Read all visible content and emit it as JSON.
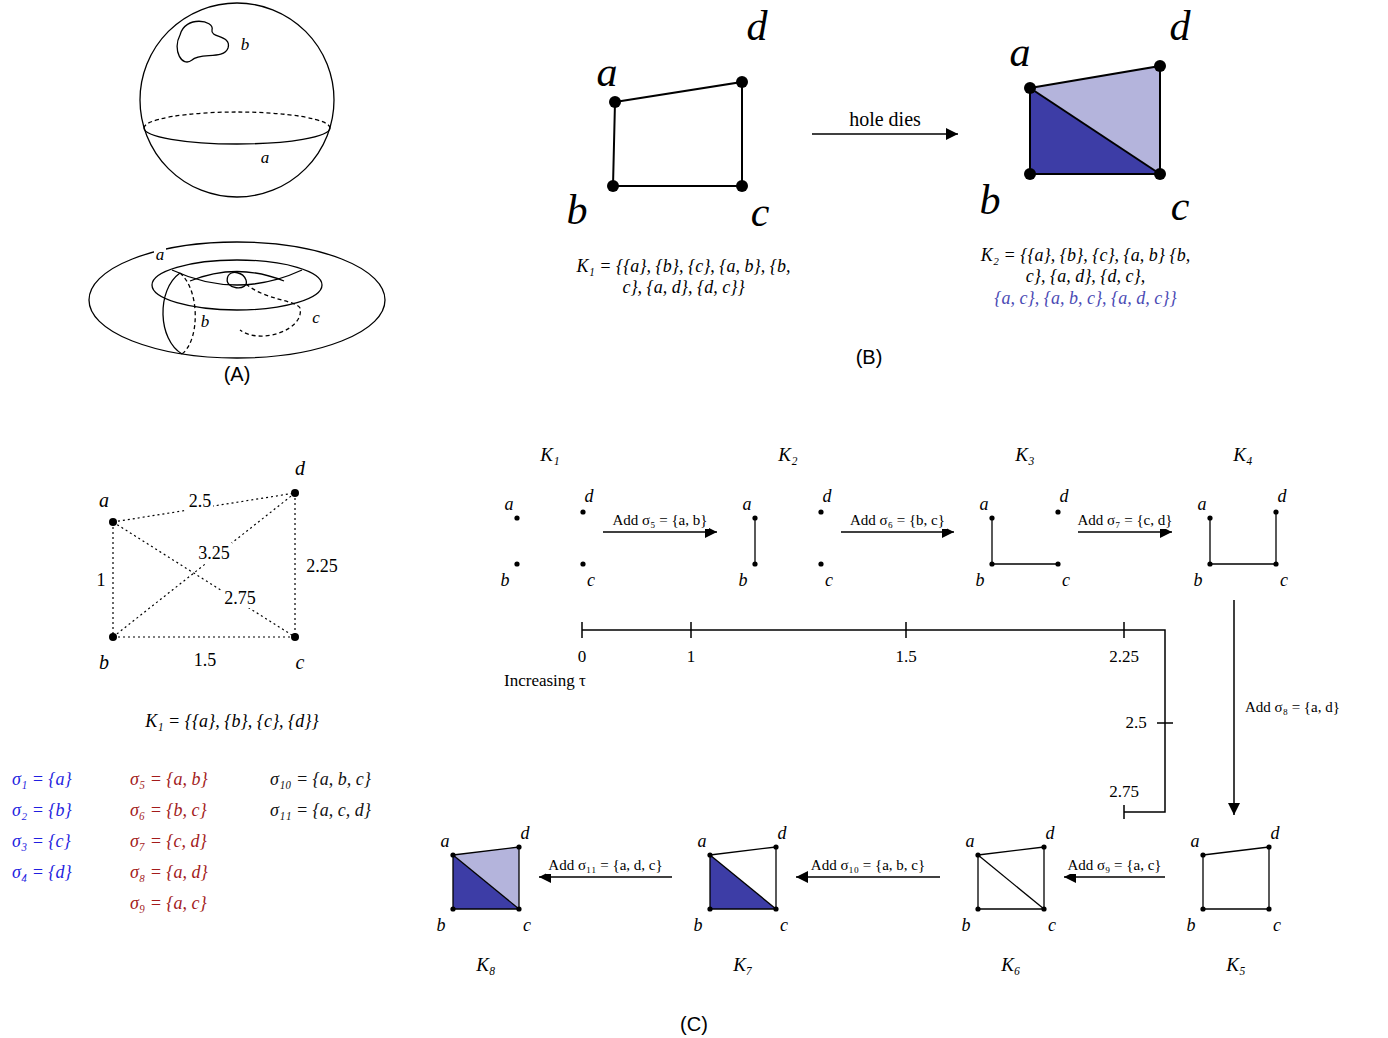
{
  "diagram": {
    "nodes": [
      {
        "text": [
          "a",
          "d",
          "b",
          "c",
          "K₁ = {{a}, {b}, {c}, {a, b}, {b, c}, {a, d}, {d, c}}"
        ]
      },
      {
        "text": [
          "a",
          "d",
          "b",
          "c",
          "K₂ = {{a}, {b}, {c}, {a, b} {b, c}, {a, d}, {d, c},",
          "{a, c}, {a, b, c}, {a, d, c}}"
        ]
      },
      {
        "text": [
          "K₁",
          "a",
          "d",
          "b",
          "c"
        ]
      },
      {
        "text": [
          "K₂",
          "a",
          "d",
          "b",
          "c"
        ]
      },
      {
        "text": [
          "K₃",
          "a",
          "d",
          "b",
          "c"
        ]
      },
      {
        "text": [
          "K₄",
          "a",
          "d",
          "b",
          "c"
        ]
      },
      {
        "text": [
          "K₅",
          "a",
          "d",
          "b",
          "c"
        ]
      },
      {
        "text": [
          "K₆",
          "a",
          "d",
          "b",
          "c"
        ]
      },
      {
        "text": [
          "K₇",
          "a",
          "d",
          "b",
          "c"
        ]
      },
      {
        "text": [
          "K₈",
          "a",
          "d",
          "b",
          "c"
        ]
      }
    ],
    "edges": [
      {
        "from": 0,
        "to": 1,
        "arrow": "to",
        "label": "hole dies"
      },
      {
        "from": 2,
        "to": 3,
        "arrow": "to",
        "label": "Add σ₅ = {a, b}"
      },
      {
        "from": 3,
        "to": 4,
        "arrow": "to",
        "label": "Add σ₆ = {b, c}"
      },
      {
        "from": 4,
        "to": 5,
        "arrow": "to",
        "label": "Add σ₇ = {c, d}"
      },
      {
        "from": 5,
        "to": 6,
        "arrow": "to",
        "label": "Add σ₈ = {a, d}"
      },
      {
        "from": 6,
        "to": 7,
        "arrow": "to",
        "label": "Add σ₉ = {a, c}"
      },
      {
        "from": 7,
        "to": 8,
        "arrow": "to",
        "label": "Add σ₁₀ = {a, b, c}"
      },
      {
        "from": 8,
        "to": 9,
        "arrow": "to",
        "label": "Add σ₁₁ = {a, d, c}"
      }
    ],
    "labels": [
      "b",
      "a",
      "a",
      "b",
      "c",
      "(A)",
      "(B)",
      "a",
      "d",
      "b",
      "c",
      "2.5",
      "3.25",
      "1",
      "2.75",
      "2.25",
      "1.5",
      "K₁ = {{a}, {b}, {c}, {d}}",
      "σ₁ = {a}",
      "σ₂ = {b}",
      "σ₃ = {c}",
      "σ₄ = {d}",
      "σ₅ = {a, b}",
      "σ₆ = {b, c}",
      "σ₇ = {c, d}",
      "σ₈ = {a, d}",
      "σ₉ = {a, c}",
      "σ₁₀ = {a, b, c}",
      "σ₁₁ = {a, c, d}",
      "0",
      "1",
      "1.5",
      "2.25",
      "Increasing τ",
      "2.5",
      "2.75",
      "(C)"
    ]
  }
}
